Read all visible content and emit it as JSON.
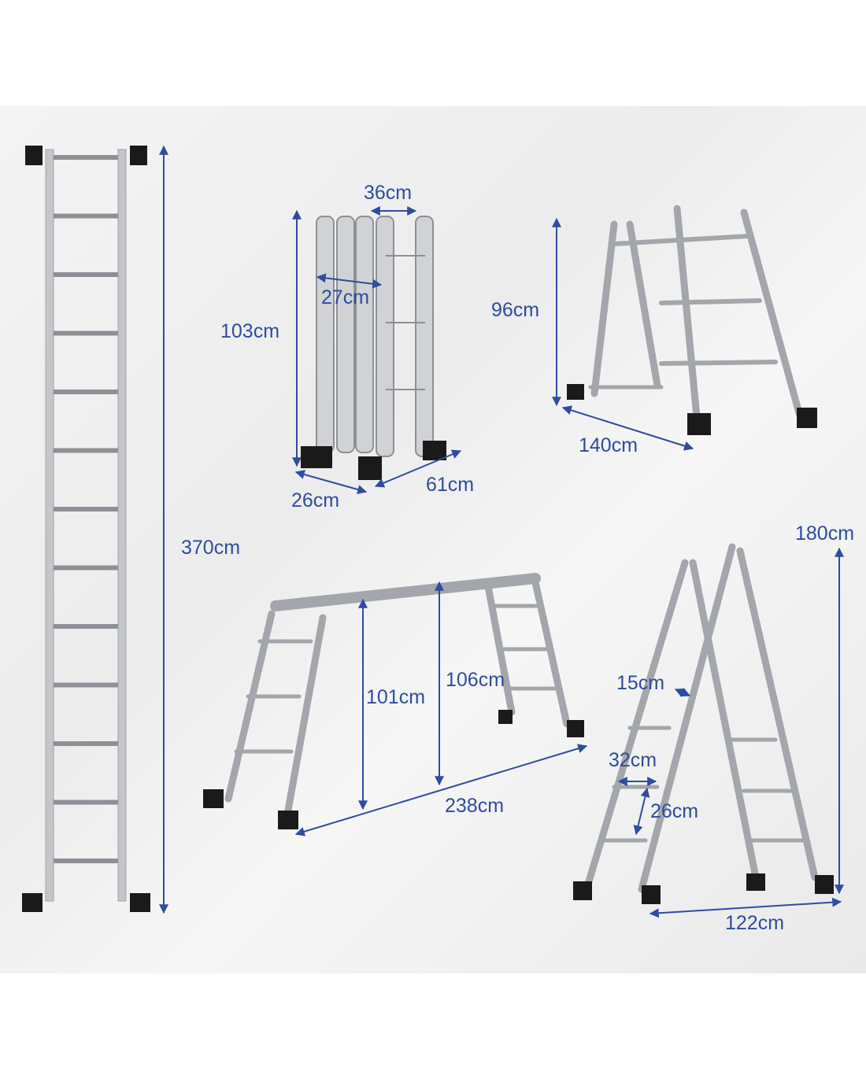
{
  "colors": {
    "dimension": "#2f4c9e",
    "ladder": "#a8abb0",
    "feet": "#1a1a1a"
  },
  "dimensions": {
    "full_height": "370cm",
    "folded_height": "103cm",
    "folded_top_width": "36cm",
    "folded_inner_width": "27cm",
    "folded_depth": "26cm",
    "folded_length": "61cm",
    "a_frame_small_height": "96cm",
    "a_frame_small_length": "140cm",
    "scaffold_height_left": "101cm",
    "scaffold_height_right": "106cm",
    "scaffold_length": "238cm",
    "a_frame_tall_height": "180cm",
    "rung_depth": "15cm",
    "rung_width": "32cm",
    "rung_spacing": "26cm",
    "a_frame_tall_length": "122cm"
  }
}
